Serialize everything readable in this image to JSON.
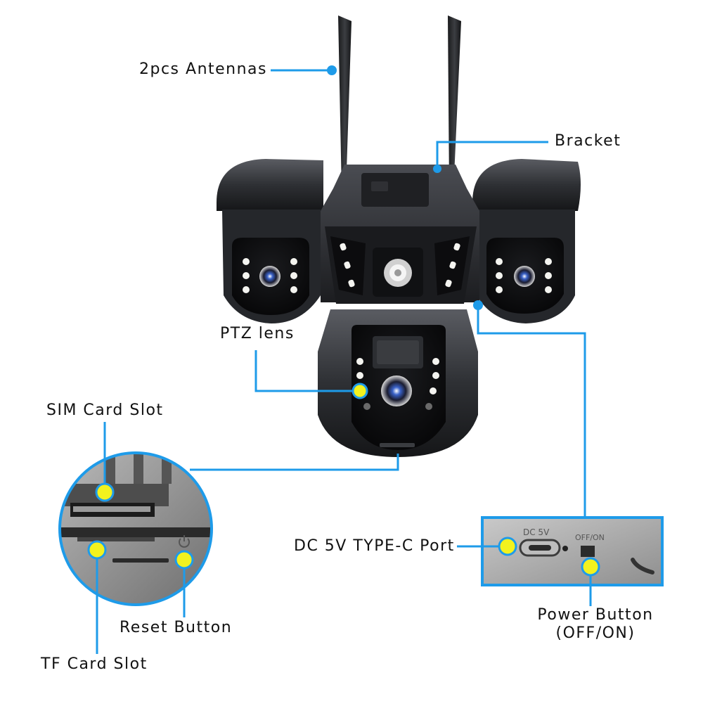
{
  "labels": {
    "antennas": "2pcs Antennas",
    "bracket": "Bracket",
    "ptz_lens": "PTZ lens",
    "sim_slot": "SIM Card Slot",
    "reset_button": "Reset Button",
    "tf_slot": "TF Card Slot",
    "dc_port": "DC 5V TYPE-C Port",
    "power_button_line1": "Power Button",
    "power_button_line2": "(OFF/ON)"
  },
  "panel_text": {
    "dc_5v": "DC 5V",
    "off_on": "OFF/ON"
  },
  "colors": {
    "callout_blue": "#1e9be9",
    "marker_yellow": "#f2f21e",
    "camera_body": "#2b2d31",
    "led_white": "#f4f4f0"
  },
  "icons": {
    "reset": "power-icon"
  }
}
